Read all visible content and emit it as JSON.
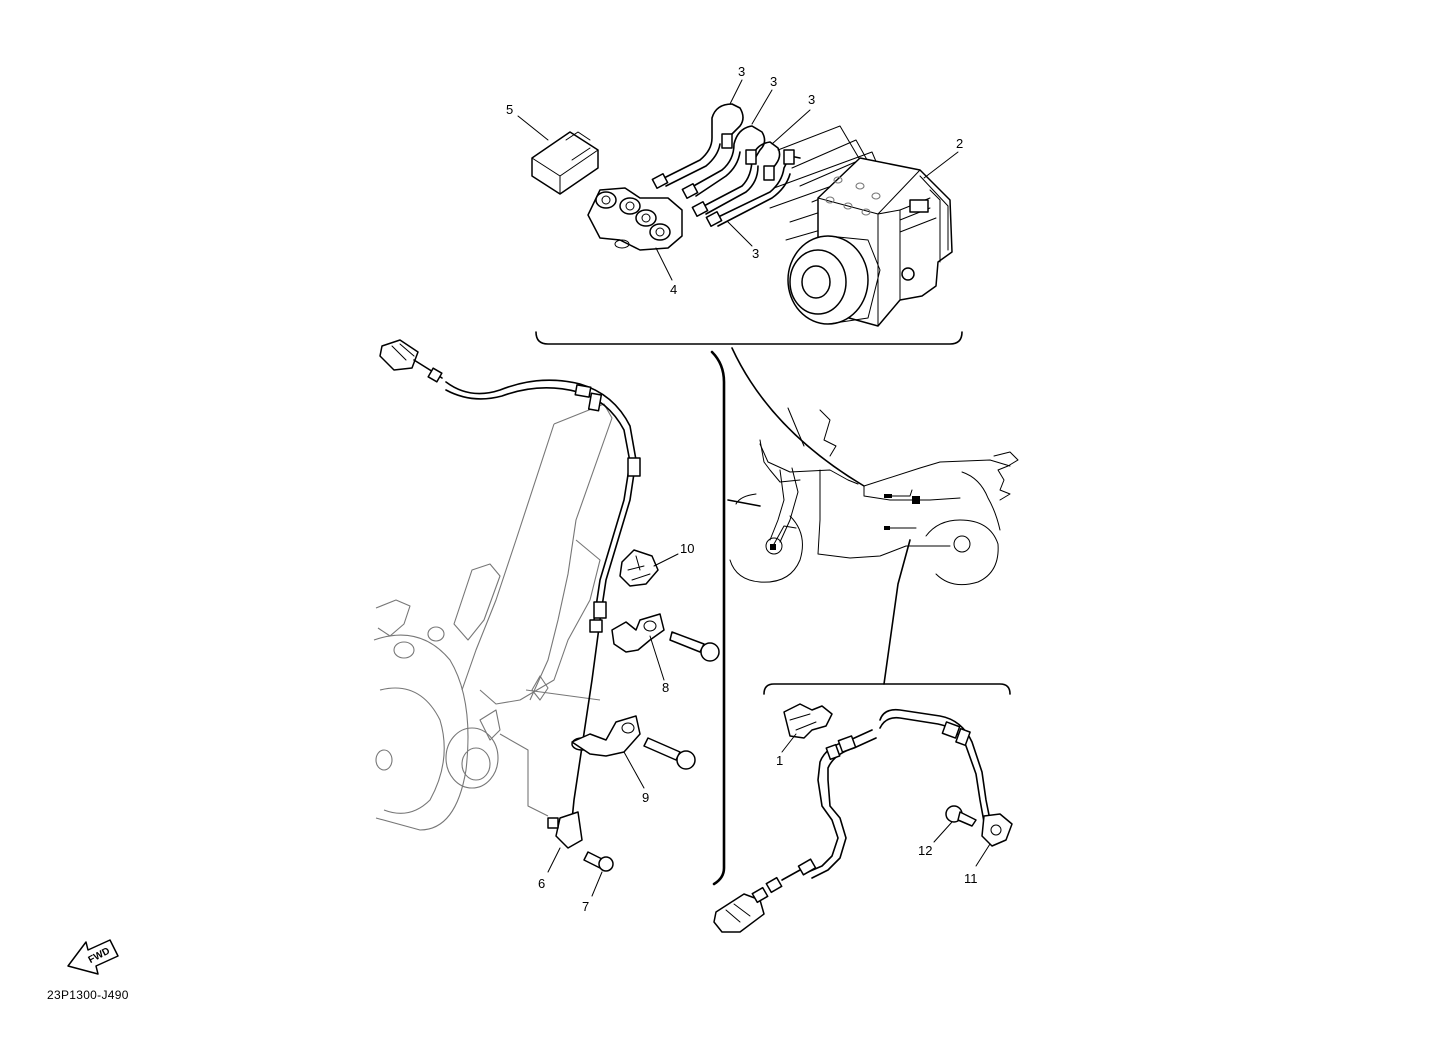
{
  "diagram": {
    "reference_code": "23P1300-J490",
    "direction_label": "FWD",
    "callouts": [
      {
        "id": "1",
        "label": "1"
      },
      {
        "id": "2",
        "label": "2"
      },
      {
        "id": "3a",
        "label": "3"
      },
      {
        "id": "3b",
        "label": "3"
      },
      {
        "id": "3c",
        "label": "3"
      },
      {
        "id": "3d",
        "label": "3"
      },
      {
        "id": "4",
        "label": "4"
      },
      {
        "id": "5",
        "label": "5"
      },
      {
        "id": "6",
        "label": "6"
      },
      {
        "id": "7",
        "label": "7"
      },
      {
        "id": "8",
        "label": "8"
      },
      {
        "id": "9",
        "label": "9"
      },
      {
        "id": "10",
        "label": "10"
      },
      {
        "id": "11",
        "label": "11"
      },
      {
        "id": "12",
        "label": "12"
      }
    ]
  }
}
